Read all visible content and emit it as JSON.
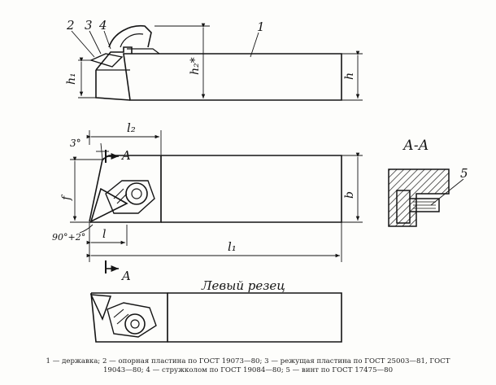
{
  "drawing": {
    "callouts": {
      "holder": "1",
      "support_plate": "2",
      "cutting_insert": "3",
      "chipbreaker": "4",
      "screw": "5"
    },
    "dimensions": {
      "h1": "h₁",
      "h2": "h₂*",
      "h": "h",
      "l2": "l₂",
      "l1": "l₁",
      "l": "l",
      "f": "f",
      "b": "b",
      "angle_3": "3°",
      "angle_90": "90°+2°"
    },
    "section_mark": "A",
    "section_title": "А-А",
    "subtitle": "Левый резец"
  },
  "caption": {
    "line1": "1 — державка; 2 — опорная пластина по ГОСТ 19073—80; 3 — режущая пластина по ГОСТ 25003—81, ГОСТ",
    "line2": "19043—80; 4 — стружколом по ГОСТ 19084—80; 5 — винт по ГОСТ 17475—80"
  }
}
